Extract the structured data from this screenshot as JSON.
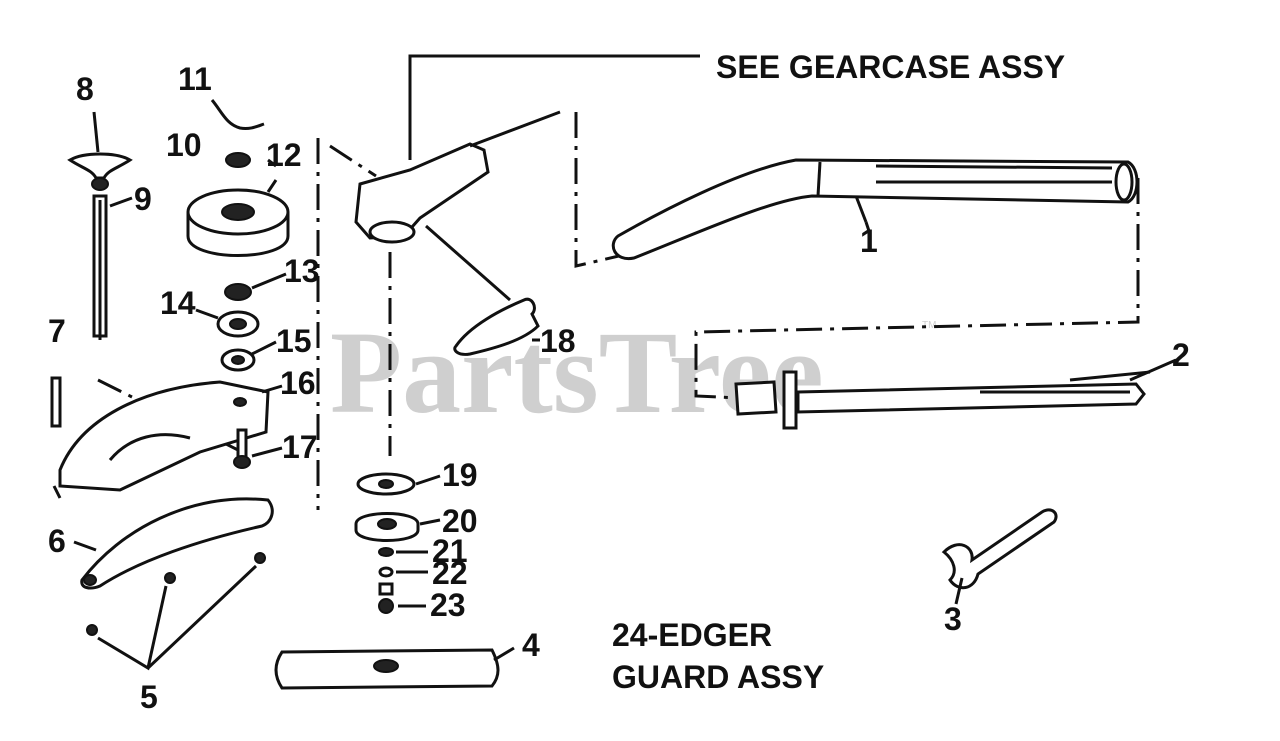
{
  "diagram": {
    "watermark": "PartsTree",
    "watermark_mark": "TM",
    "header_label": "SEE GEARCASE ASSY",
    "assembly_label_line1": "24-EDGER",
    "assembly_label_line2": "GUARD ASSY",
    "part_numbers": [
      "1",
      "2",
      "3",
      "4",
      "5",
      "6",
      "7",
      "8",
      "9",
      "10",
      "11",
      "12",
      "13",
      "14",
      "15",
      "16",
      "17",
      "18",
      "19",
      "20",
      "21",
      "22",
      "23"
    ]
  }
}
